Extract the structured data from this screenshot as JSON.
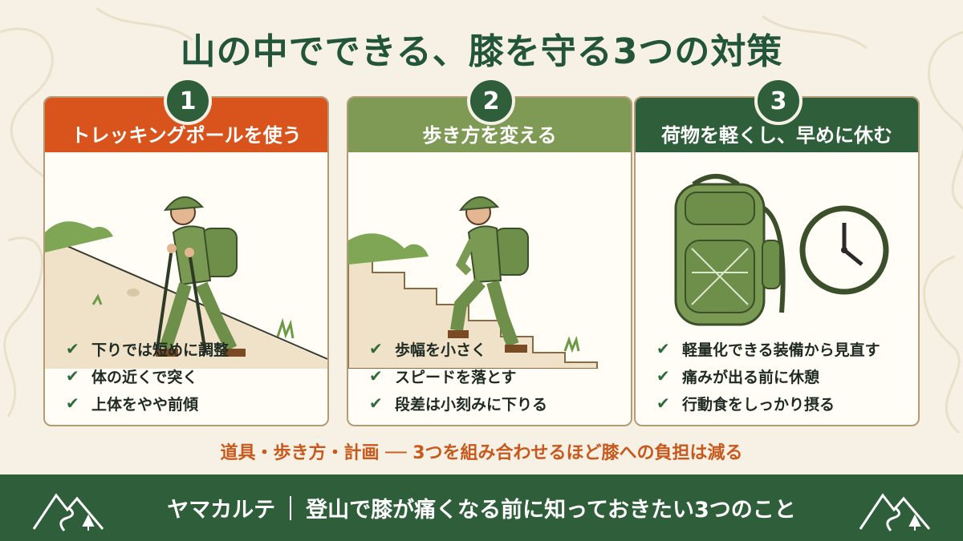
{
  "title": "山の中でできる、膝を守る3つの対策",
  "cards": [
    {
      "number": "1",
      "heading": "トレッキングポールを使う",
      "items": [
        "下りでは短めに調整",
        "体の近くで突く",
        "上体をやや前傾"
      ]
    },
    {
      "number": "2",
      "heading": "歩き方を変える",
      "items": [
        "歩幅を小さく",
        "スピードを落とす",
        "段差は小刻みに下りる"
      ]
    },
    {
      "number": "3",
      "heading": "荷物を軽くし、早めに休む",
      "items": [
        "軽量化できる装備から見直す",
        "痛みが出る前に休憩",
        "行動食をしっかり摂る"
      ]
    }
  ],
  "summary": "道具・歩き方・計画 ── 3つを組み合わせるほど膝への負担は減る",
  "footer": {
    "brand": "ヤマカルテ",
    "tagline": "登山で膝が痛くなる前に知っておきたい3つのこと"
  },
  "colors": {
    "card1_header": "#d9541c",
    "card2_header": "#7e9a55",
    "card3_header": "#2f5e3a",
    "title": "#23553a",
    "summary": "#c8581c",
    "footer_bg": "#2f5e3a"
  },
  "icons": [
    "check-icon",
    "hiker-with-poles-illustration",
    "hiker-climbing-stairs-illustration",
    "backpack-icon",
    "clock-icon",
    "mountain-logo-icon"
  ]
}
